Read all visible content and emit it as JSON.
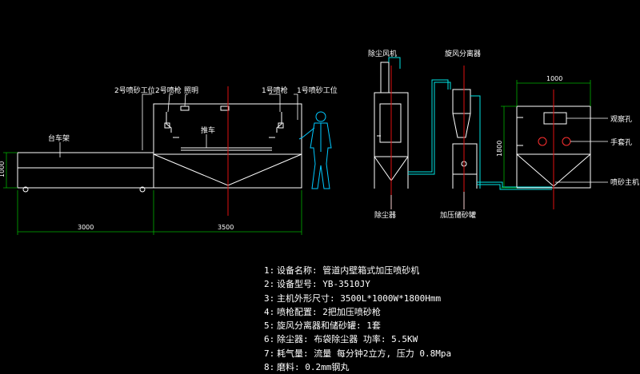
{
  "colors": {
    "background": "#000000",
    "outline": "#ffffff",
    "centerline": "#e01010",
    "pipe_cyan": "#00e5e5",
    "person_cyan": "#00c8ff",
    "dimension_green": "#00b000"
  },
  "labels": {
    "station_2": "2号喷砂工位",
    "gun_2": "2号喷枪",
    "lighting": "照明",
    "gun_1": "1号喷枪",
    "station_1": "1号喷砂工位",
    "cart_frame": "台车架",
    "push_cart": "推车",
    "dust_fan": "除尘风机",
    "cyclone_separator": "旋风分离器",
    "dust_collector": "除尘器",
    "pressure_sand_tank": "加压储砂罐",
    "observation_hole": "观察孔",
    "glove_hole": "手套孔",
    "main_blaster": "喷砂主机"
  },
  "dimensions": {
    "height_left": "1000",
    "length_cart": "3000",
    "length_main": "3500",
    "width_side": "1000",
    "height_side": "1800"
  },
  "specs": [
    {
      "num": "1:",
      "text": "设备名称: 管道内壁箱式加压喷砂机"
    },
    {
      "num": "2:",
      "text": "设备型号: YB-3510JY"
    },
    {
      "num": "3:",
      "text": "主机外形尺寸: 3500L*1000W*1800Hmm"
    },
    {
      "num": "4:",
      "text": "喷枪配置: 2把加压喷砂枪"
    },
    {
      "num": "5:",
      "text": "旋风分离器和储砂罐: 1套"
    },
    {
      "num": "6:",
      "text": "除尘器: 布袋除尘器 功率: 5.5KW"
    },
    {
      "num": "7:",
      "text": "耗气量: 流量 每分钟2立方, 压力 0.8Mpa"
    },
    {
      "num": "8:",
      "text": "磨料: 0.2mm钢丸"
    }
  ]
}
